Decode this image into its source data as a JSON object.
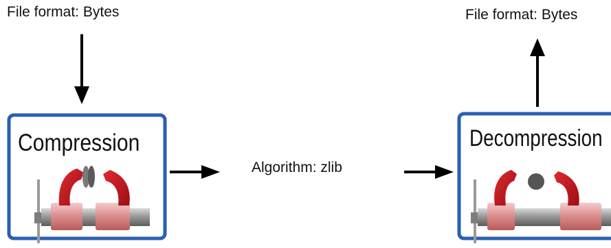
{
  "labels": {
    "input_format": "File format: Bytes",
    "output_format": "File format: Bytes",
    "algorithm": "Algorithm:  zlib"
  },
  "boxes": {
    "compression_title": "Compression",
    "decompression_title": "Decompression"
  },
  "colors": {
    "box_border": "#2a5fb4",
    "clamp_red": "#c8141e",
    "pipe_grey": "#8a8a8a",
    "arrow": "#000000"
  },
  "icons": {
    "compression": "clamp-squeezing-icon",
    "decompression": "clamp-open-icon"
  }
}
